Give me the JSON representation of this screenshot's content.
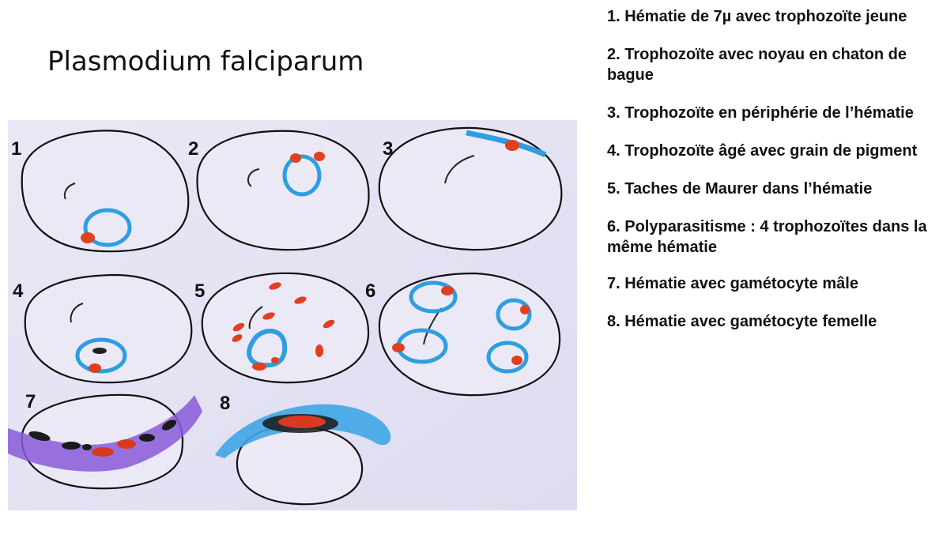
{
  "title": "Plasmodium falciparum",
  "cell_numbers": [
    "1",
    "2",
    "3",
    "4",
    "5",
    "6",
    "7",
    "8"
  ],
  "legend": [
    "1. Hématie de 7µ avec trophozoïte jeune",
    "2. Trophozoïte avec noyau en chaton de bague",
    "3. Trophozoïte en périphérie de l’hématie",
    "4. Trophozoïte âgé avec grain de pigment",
    "5. Taches de Maurer dans l’hématie",
    "6. Polyparasitisme : 4 trophozoïtes dans la même hématie",
    "7. Hématie avec gamétocyte mâle",
    "8. Hématie avec gamétocyte femelle"
  ]
}
